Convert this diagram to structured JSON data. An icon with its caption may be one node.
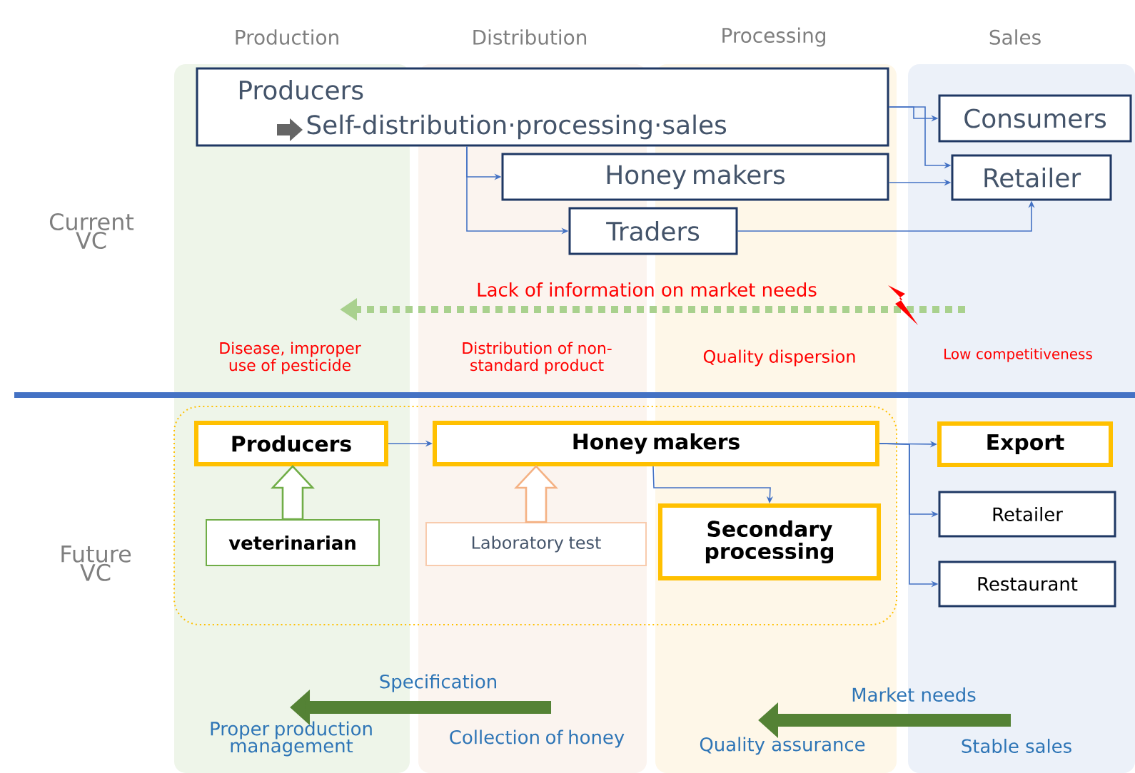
{
  "diagram": {
    "nodes": [
      {
        "text": [
          "Producers",
          "Self-distribution·processing·sales"
        ]
      },
      {
        "text": [
          "Consumers"
        ]
      },
      {
        "text": [
          "Honey makers"
        ]
      },
      {
        "text": [
          "Retailer"
        ]
      },
      {
        "text": [
          "Traders"
        ]
      },
      {
        "text": [],
        "shape": "box"
      },
      {
        "text": [
          "Producers"
        ],
        "in": 5
      },
      {
        "text": [
          "Honey makers"
        ],
        "in": 5
      },
      {
        "text": [
          "veterinarian"
        ],
        "in": 5
      },
      {
        "text": [
          "Laboratory test"
        ],
        "in": 5
      },
      {
        "text": [
          "Secondary processing"
        ],
        "in": 5
      },
      {
        "text": [
          "Export"
        ]
      },
      {
        "text": [
          "Retailer"
        ]
      },
      {
        "text": [
          "Restaurant"
        ]
      }
    ],
    "edges": [
      {
        "from": 0,
        "to": 1,
        "arrow": "to"
      },
      {
        "from": 0,
        "to": 3,
        "arrow": "to"
      },
      {
        "from": 0,
        "to": 2,
        "arrow": "to"
      },
      {
        "from": 0,
        "to": 4,
        "arrow": "to"
      },
      {
        "from": 2,
        "to": 3,
        "arrow": "to"
      },
      {
        "from": 4,
        "to": 3,
        "arrow": "to"
      },
      {
        "from": 8,
        "to": 6,
        "arrow": "to",
        "style": "thick",
        "color": "#70ad47"
      },
      {
        "from": 9,
        "to": 7,
        "arrow": "to",
        "style": "thick",
        "color": "#f4b183"
      },
      {
        "from": 6,
        "to": 7,
        "arrow": "to"
      },
      {
        "from": 7,
        "to": 10,
        "arrow": "to"
      },
      {
        "from": 7,
        "to": 11,
        "arrow": "to"
      },
      {
        "from": 7,
        "to": 12,
        "arrow": "to"
      },
      {
        "from": 7,
        "to": 13,
        "arrow": "to"
      }
    ],
    "labels": [
      "Production",
      "Distribution",
      "Processing",
      "Sales",
      "Current VC",
      "Lack of information on market needs",
      "Disease, improper use of pesticide",
      "Distribution of non-standard product",
      "Quality dispersion",
      "Low competitiveness",
      "Future VC",
      "Specification",
      "Market needs",
      "Proper production management",
      "Collection of honey",
      "Quality assurance",
      "Stable sales"
    ]
  }
}
